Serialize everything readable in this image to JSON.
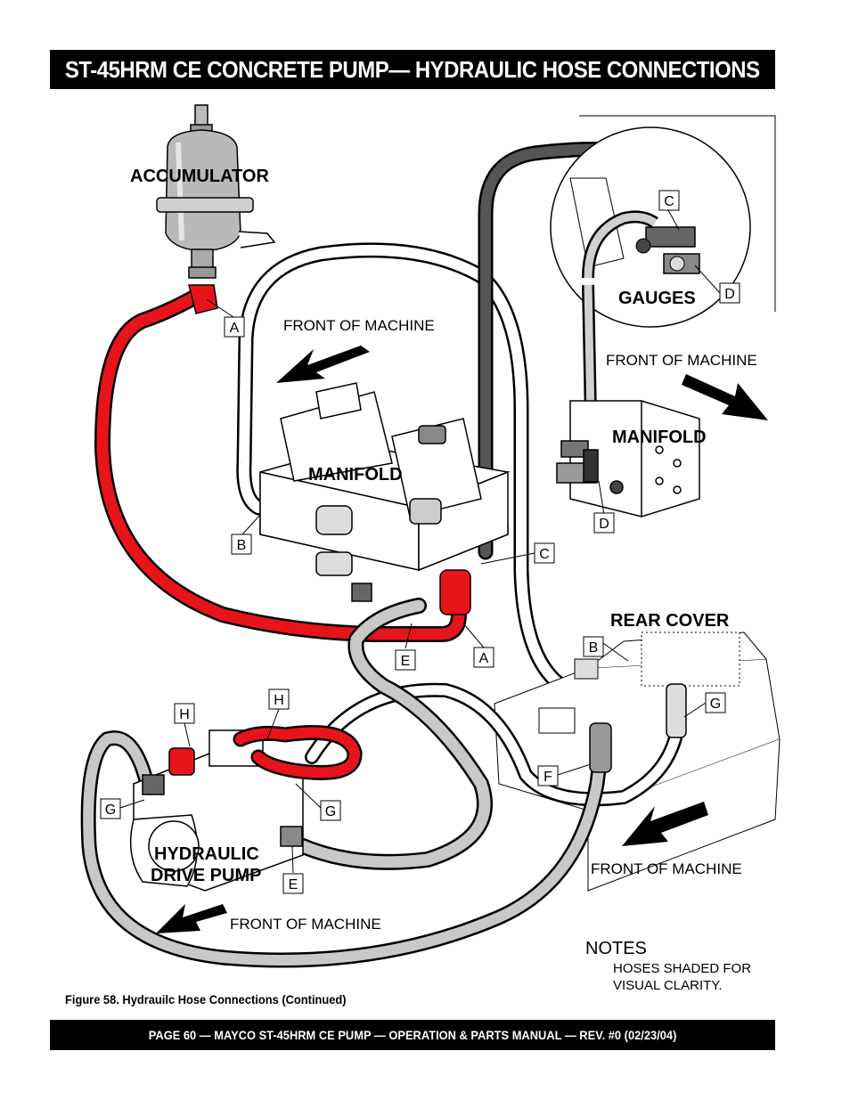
{
  "header": {
    "title": "ST-45HRM CE CONCRETE PUMP— HYDRAULIC HOSE CONNECTIONS"
  },
  "figure": {
    "labels": {
      "accumulator": "ACCUMULATOR",
      "manifold_main": "MANIFOLD",
      "manifold_right": "MANIFOLD",
      "gauges": "GAUGES",
      "rear_cover": "REAR COVER",
      "drive_pump_line1": "HYDRAULIC",
      "drive_pump_line2": "DRIVE PUMP",
      "front1": "FRONT OF MACHINE",
      "front2": "FRONT OF MACHINE",
      "front3": "FRONT OF MACHINE",
      "front4": "FRONT OF MACHINE"
    },
    "callouts": {
      "a1": "A",
      "a2": "A",
      "b1": "B",
      "b2": "B",
      "c1": "C",
      "c2": "C",
      "d1": "D",
      "d2": "D",
      "e1": "E",
      "e2": "E",
      "f1": "F",
      "g1": "G",
      "g2": "G",
      "g3": "G",
      "h1": "H",
      "h2": "H"
    },
    "notes": {
      "heading": "NOTES",
      "line1": "HOSES SHADED FOR",
      "line2": "VISUAL CLARITY."
    },
    "caption": "Figure 58.  Hydrauilc Hose Connections (Continued)"
  },
  "footer": {
    "text": "PAGE 60 — MAYCO ST-45HRM CE PUMP — OPERATION & PARTS MANUAL — REV. #0 (02/23/04)"
  },
  "colors": {
    "red_hose": "#e8141c",
    "dark_hose": "#555555",
    "light_hose": "#d0d0d0",
    "white_hose": "#ffffff"
  }
}
